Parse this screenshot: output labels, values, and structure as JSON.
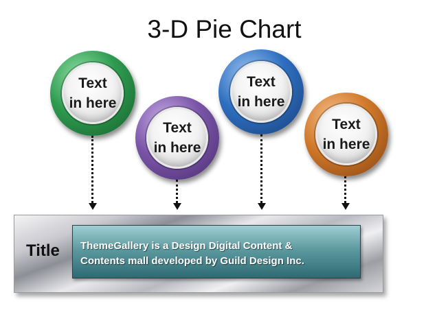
{
  "title": "3-D Pie Chart",
  "nodes": [
    {
      "label": "Text\nin here",
      "color": "green"
    },
    {
      "label": "Text\nin here",
      "color": "purple"
    },
    {
      "label": "Text\nin here",
      "color": "blue"
    },
    {
      "label": "Text\nin here",
      "color": "orange"
    }
  ],
  "panel": {
    "label": "Title",
    "description": "ThemeGallery is a Design Digital Content &\nContents mall developed by Guild Design Inc."
  },
  "colors": {
    "green": "#2e9a4f",
    "purple": "#7a55a8",
    "blue": "#2f6fc0",
    "orange": "#d0782a",
    "teal": "#4f8f96"
  }
}
